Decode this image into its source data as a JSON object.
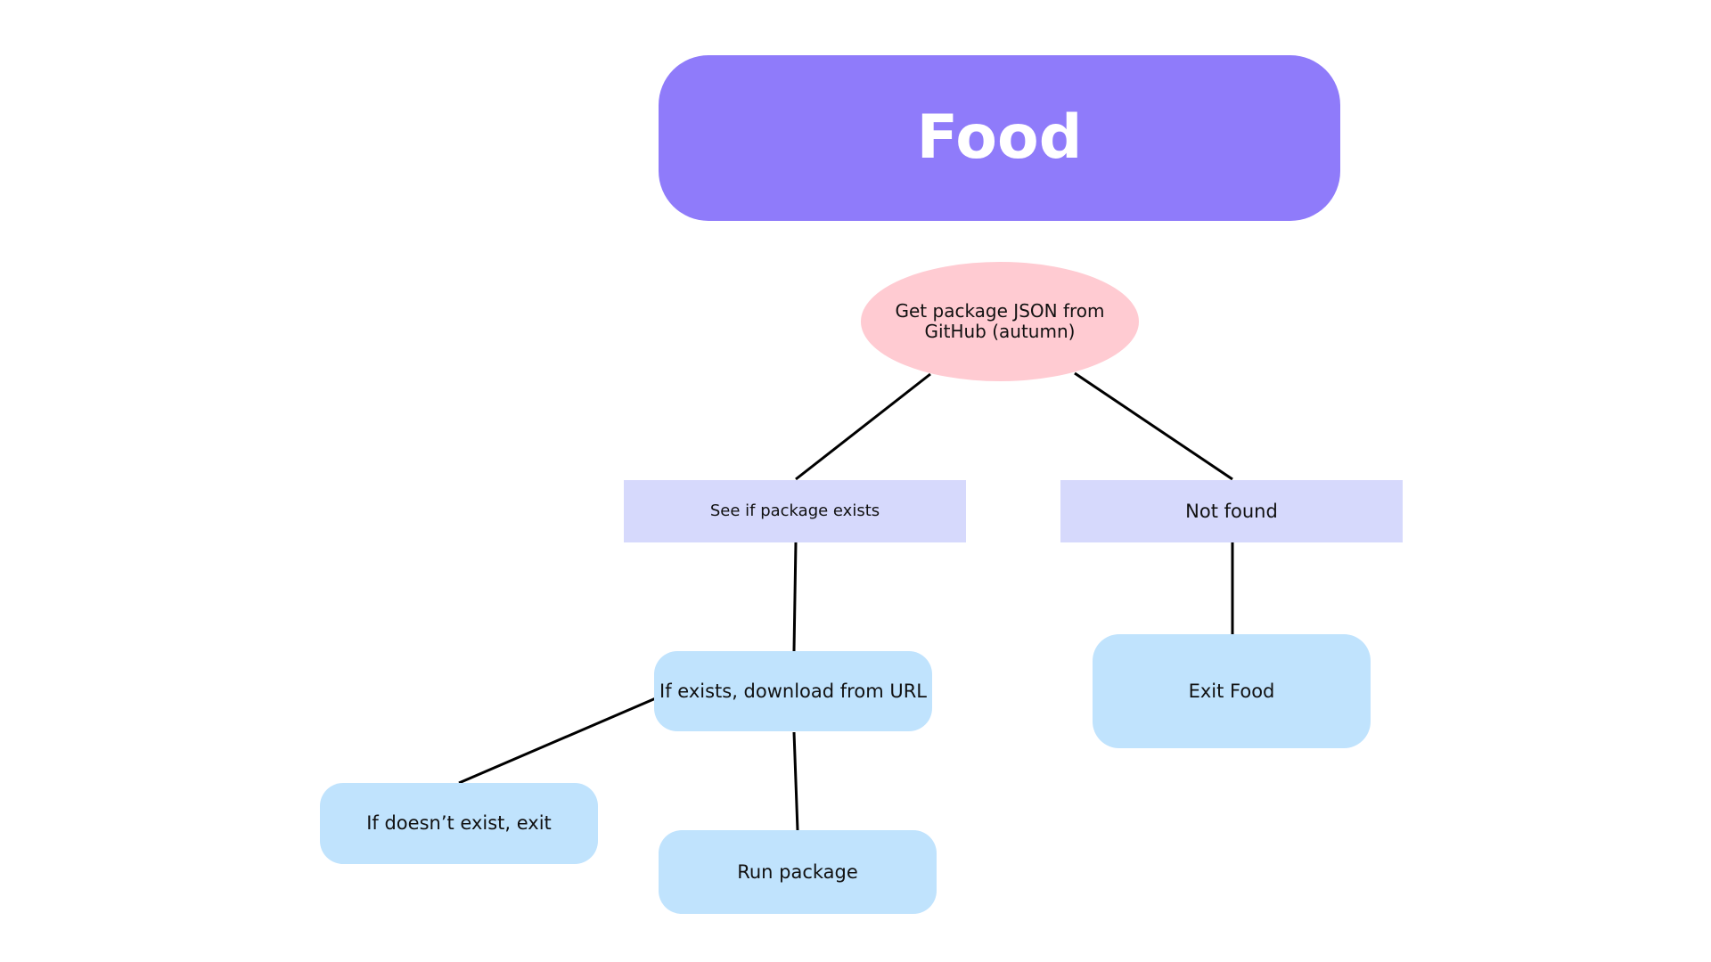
{
  "diagram": {
    "title": "Food",
    "nodes": {
      "get_package": "Get package JSON from GitHub (autumn)",
      "see_if_exists": "See if package exists",
      "not_found": "Not found",
      "download": "If exists, download from URL",
      "exit_food": "Exit Food",
      "doesnt_exist": "If doesn’t exist, exit",
      "run_package": "Run package"
    }
  },
  "colors": {
    "title_fill": "#8F7BFA",
    "ellipse_fill": "#FFCBD2",
    "rect_fill": "#D6D9FC",
    "rounded_fill": "#C0E3FD",
    "connector": "#000000"
  }
}
